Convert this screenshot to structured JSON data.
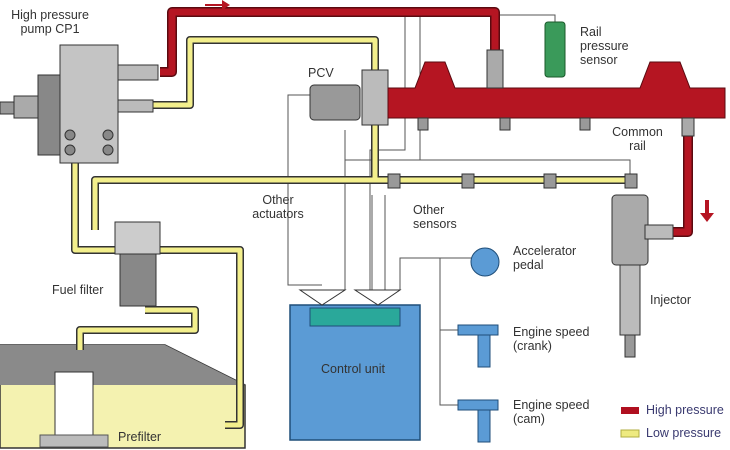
{
  "labels": {
    "pump": "High pressure pump CP1",
    "pcv": "PCV",
    "rail_sensor": "Rail pressure sensor",
    "common_rail": "Common rail",
    "other_actuators": "Other actuators",
    "other_sensors": "Other sensors",
    "accelerator": "Accelerator pedal",
    "fuel_filter": "Fuel filter",
    "injector": "Injector",
    "speed_crank": "Engine speed (crank)",
    "control_unit": "Control unit",
    "speed_cam": "Engine speed (cam)",
    "prefilter": "Prefilter"
  },
  "legend": [
    {
      "label": "High pressure",
      "color": "#b01020"
    },
    {
      "label": "Low pressure",
      "color": "#eeea80"
    }
  ],
  "colors": {
    "high": "#b51522",
    "low": "#f3ef8c",
    "ecu": "#5b9bd5",
    "metal": "#a8a8a8"
  }
}
